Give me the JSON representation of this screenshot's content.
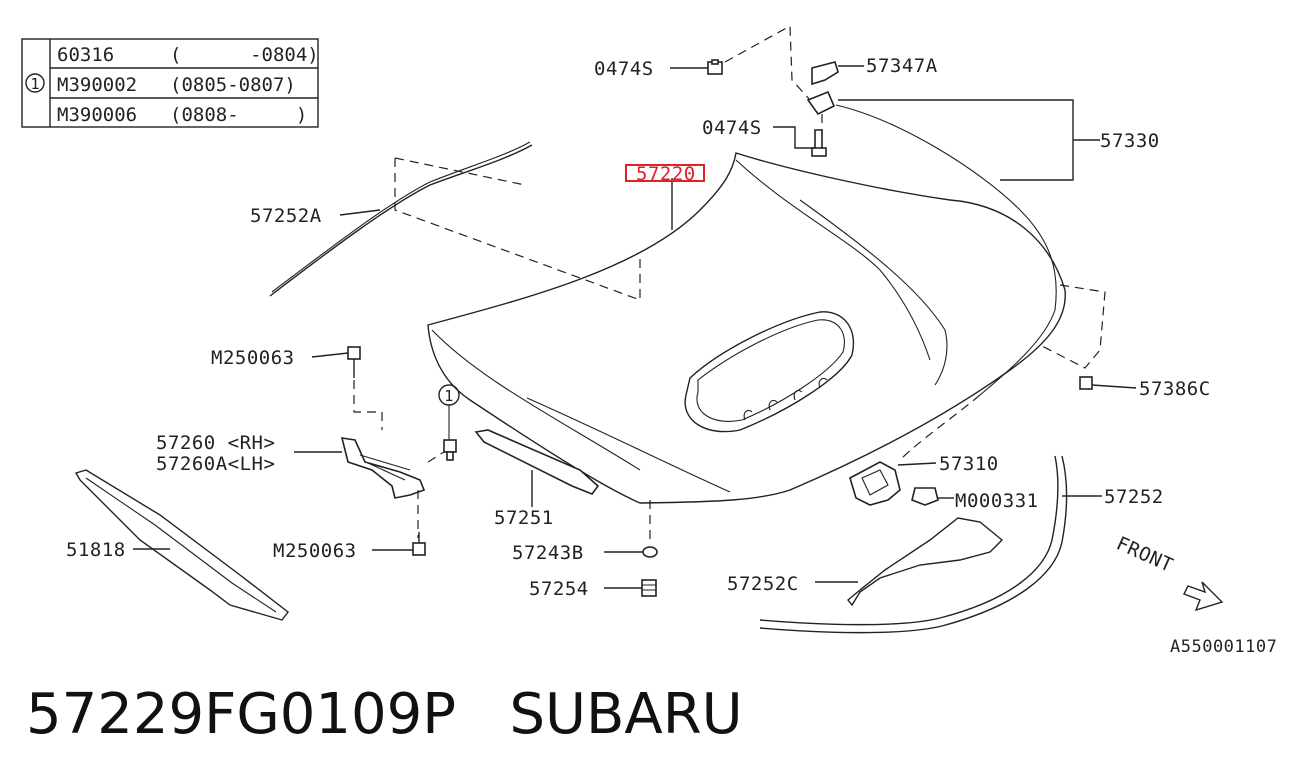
{
  "table": {
    "index_marker": "1",
    "rows": [
      {
        "part": "60316",
        "range": "(      -0804)"
      },
      {
        "part": "M390002",
        "range": "(0805-0807)"
      },
      {
        "part": "M390006",
        "range": "(0808-     )"
      }
    ]
  },
  "callouts": {
    "c0474s_top": "0474S",
    "c57347a": "57347A",
    "c0474s_mid": "0474S",
    "c57330": "57330",
    "c57220": "57220",
    "c57252a": "57252A",
    "cm250063_top": "M250063",
    "c57260rh": "57260 <RH>",
    "c57260alh": "57260A<LH>",
    "c_marker": "1",
    "c57251": "57251",
    "c51818": "51818",
    "cm250063_bot": "M250063",
    "c57243b": "57243B",
    "c57254": "57254",
    "c57386c": "57386C",
    "c57310": "57310",
    "cm000331": "M000331",
    "c57252": "57252",
    "c57252c": "57252C"
  },
  "front_label": "FRONT",
  "figure_code": "A550001107",
  "caption": {
    "part_number": "57229FG0109P",
    "brand": "SUBARU"
  },
  "highlight_color": "#e0202a"
}
